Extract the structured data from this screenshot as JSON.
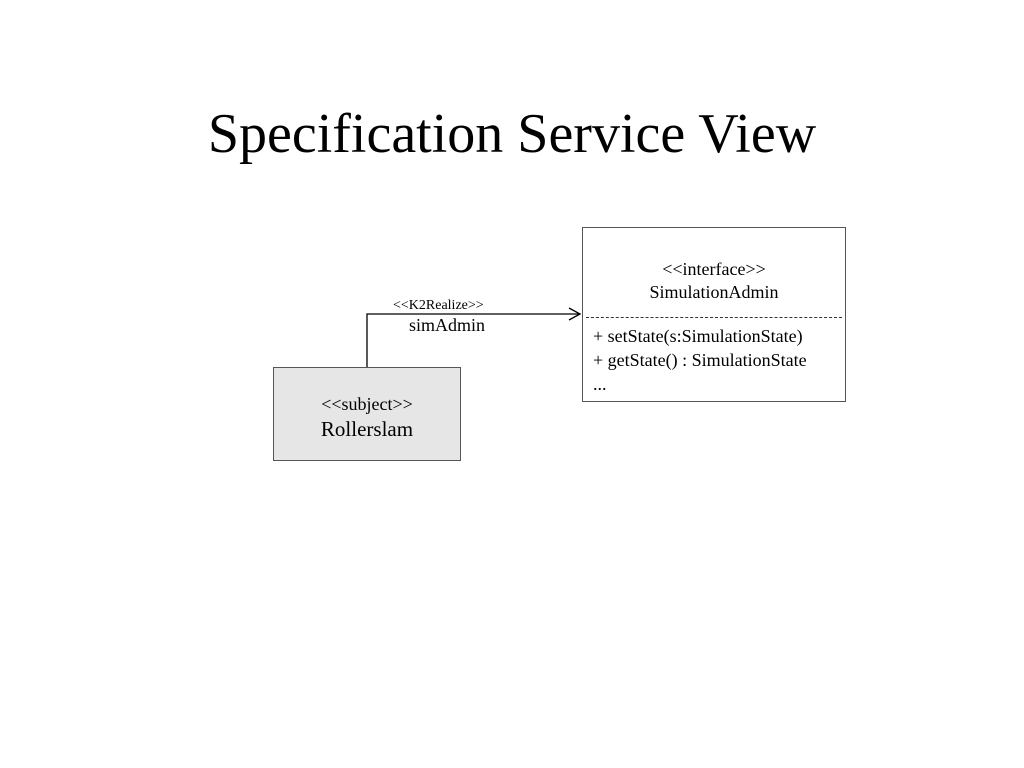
{
  "slide": {
    "title": "Specification Service View"
  },
  "subject": {
    "stereotype": "<<subject>>",
    "name": "Rollerslam"
  },
  "interface": {
    "stereotype": "<<interface>>",
    "name": "SimulationAdmin",
    "operations": [
      "+ setState(s:SimulationState)",
      "+ getState() : SimulationState",
      "..."
    ]
  },
  "connector": {
    "stereotype": "<<K2Realize>>",
    "role": "simAdmin"
  }
}
